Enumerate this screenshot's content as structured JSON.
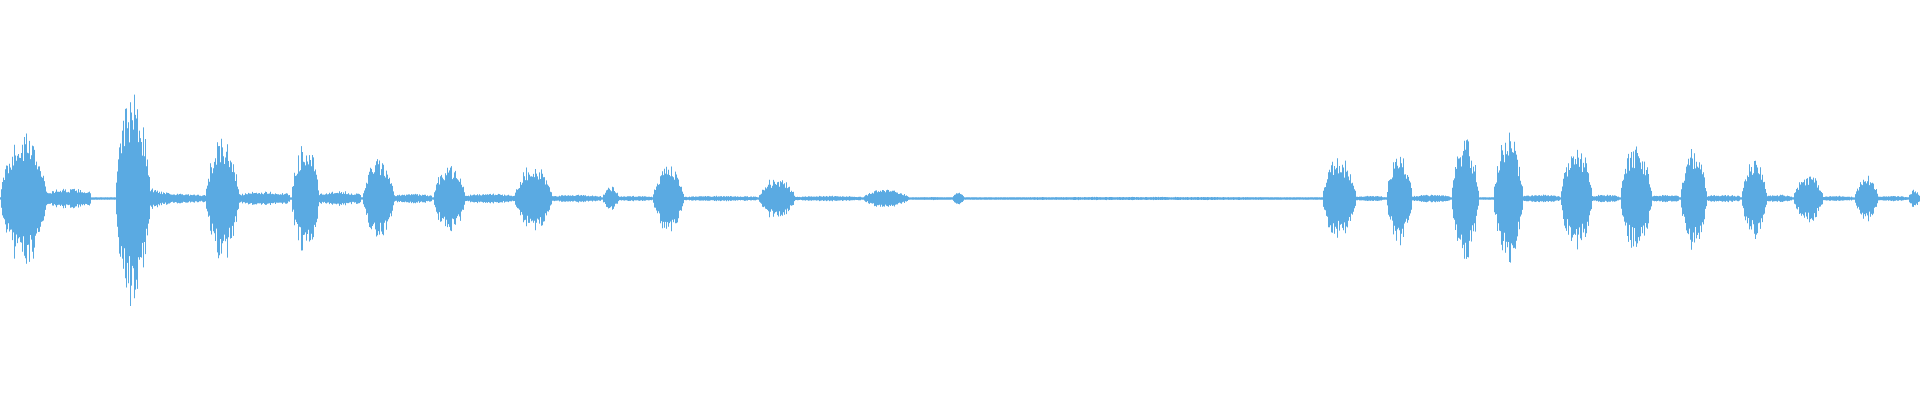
{
  "waveform": {
    "color": "#5aaae2",
    "background": "#ffffff",
    "segments": [
      {
        "start": 0.0,
        "end": 0.024,
        "amp": 0.6,
        "type": "burst"
      },
      {
        "start": 0.024,
        "end": 0.047,
        "amp": 0.09,
        "type": "noise"
      },
      {
        "start": 0.06,
        "end": 0.078,
        "amp": 1.0,
        "type": "burst"
      },
      {
        "start": 0.078,
        "end": 0.107,
        "amp": 0.1,
        "type": "tail"
      },
      {
        "start": 0.107,
        "end": 0.124,
        "amp": 0.55,
        "type": "burst"
      },
      {
        "start": 0.124,
        "end": 0.151,
        "amp": 0.06,
        "type": "noise"
      },
      {
        "start": 0.152,
        "end": 0.166,
        "amp": 0.52,
        "type": "burst"
      },
      {
        "start": 0.166,
        "end": 0.188,
        "amp": 0.06,
        "type": "noise"
      },
      {
        "start": 0.189,
        "end": 0.205,
        "amp": 0.36,
        "type": "burst"
      },
      {
        "start": 0.205,
        "end": 0.225,
        "amp": 0.04,
        "type": "noise"
      },
      {
        "start": 0.226,
        "end": 0.242,
        "amp": 0.33,
        "type": "burst"
      },
      {
        "start": 0.242,
        "end": 0.268,
        "amp": 0.04,
        "type": "noise"
      },
      {
        "start": 0.268,
        "end": 0.287,
        "amp": 0.31,
        "type": "burst"
      },
      {
        "start": 0.287,
        "end": 0.313,
        "amp": 0.03,
        "type": "noise"
      },
      {
        "start": 0.314,
        "end": 0.322,
        "amp": 0.11,
        "type": "burst"
      },
      {
        "start": 0.322,
        "end": 0.34,
        "amp": 0.02,
        "type": "noise"
      },
      {
        "start": 0.34,
        "end": 0.356,
        "amp": 0.3,
        "type": "burst"
      },
      {
        "start": 0.356,
        "end": 0.394,
        "amp": 0.02,
        "type": "noise"
      },
      {
        "start": 0.395,
        "end": 0.414,
        "amp": 0.19,
        "type": "burst"
      },
      {
        "start": 0.414,
        "end": 0.448,
        "amp": 0.02,
        "type": "noise"
      },
      {
        "start": 0.449,
        "end": 0.473,
        "amp": 0.08,
        "type": "burst"
      },
      {
        "start": 0.473,
        "end": 0.495,
        "amp": 0.01,
        "type": "noise"
      },
      {
        "start": 0.496,
        "end": 0.502,
        "amp": 0.05,
        "type": "burst"
      },
      {
        "start": 0.502,
        "end": 0.689,
        "amp": 0.01,
        "type": "noise"
      },
      {
        "start": 0.689,
        "end": 0.706,
        "amp": 0.38,
        "type": "burst"
      },
      {
        "start": 0.706,
        "end": 0.721,
        "amp": 0.02,
        "type": "noise"
      },
      {
        "start": 0.722,
        "end": 0.735,
        "amp": 0.41,
        "type": "burst"
      },
      {
        "start": 0.735,
        "end": 0.755,
        "amp": 0.03,
        "type": "noise"
      },
      {
        "start": 0.756,
        "end": 0.77,
        "amp": 0.53,
        "type": "burst"
      },
      {
        "start": 0.778,
        "end": 0.793,
        "amp": 0.58,
        "type": "burst"
      },
      {
        "start": 0.793,
        "end": 0.812,
        "amp": 0.03,
        "type": "noise"
      },
      {
        "start": 0.813,
        "end": 0.829,
        "amp": 0.48,
        "type": "burst"
      },
      {
        "start": 0.829,
        "end": 0.843,
        "amp": 0.03,
        "type": "noise"
      },
      {
        "start": 0.844,
        "end": 0.86,
        "amp": 0.48,
        "type": "burst"
      },
      {
        "start": 0.86,
        "end": 0.874,
        "amp": 0.03,
        "type": "noise"
      },
      {
        "start": 0.875,
        "end": 0.889,
        "amp": 0.45,
        "type": "burst"
      },
      {
        "start": 0.889,
        "end": 0.906,
        "amp": 0.03,
        "type": "noise"
      },
      {
        "start": 0.907,
        "end": 0.92,
        "amp": 0.35,
        "type": "burst"
      },
      {
        "start": 0.92,
        "end": 0.933,
        "amp": 0.03,
        "type": "noise"
      },
      {
        "start": 0.934,
        "end": 0.949,
        "amp": 0.23,
        "type": "burst"
      },
      {
        "start": 0.949,
        "end": 0.965,
        "amp": 0.02,
        "type": "noise"
      },
      {
        "start": 0.966,
        "end": 0.978,
        "amp": 0.2,
        "type": "burst"
      },
      {
        "start": 0.978,
        "end": 0.993,
        "amp": 0.02,
        "type": "noise"
      },
      {
        "start": 0.994,
        "end": 1.0,
        "amp": 0.08,
        "type": "burst"
      }
    ]
  }
}
